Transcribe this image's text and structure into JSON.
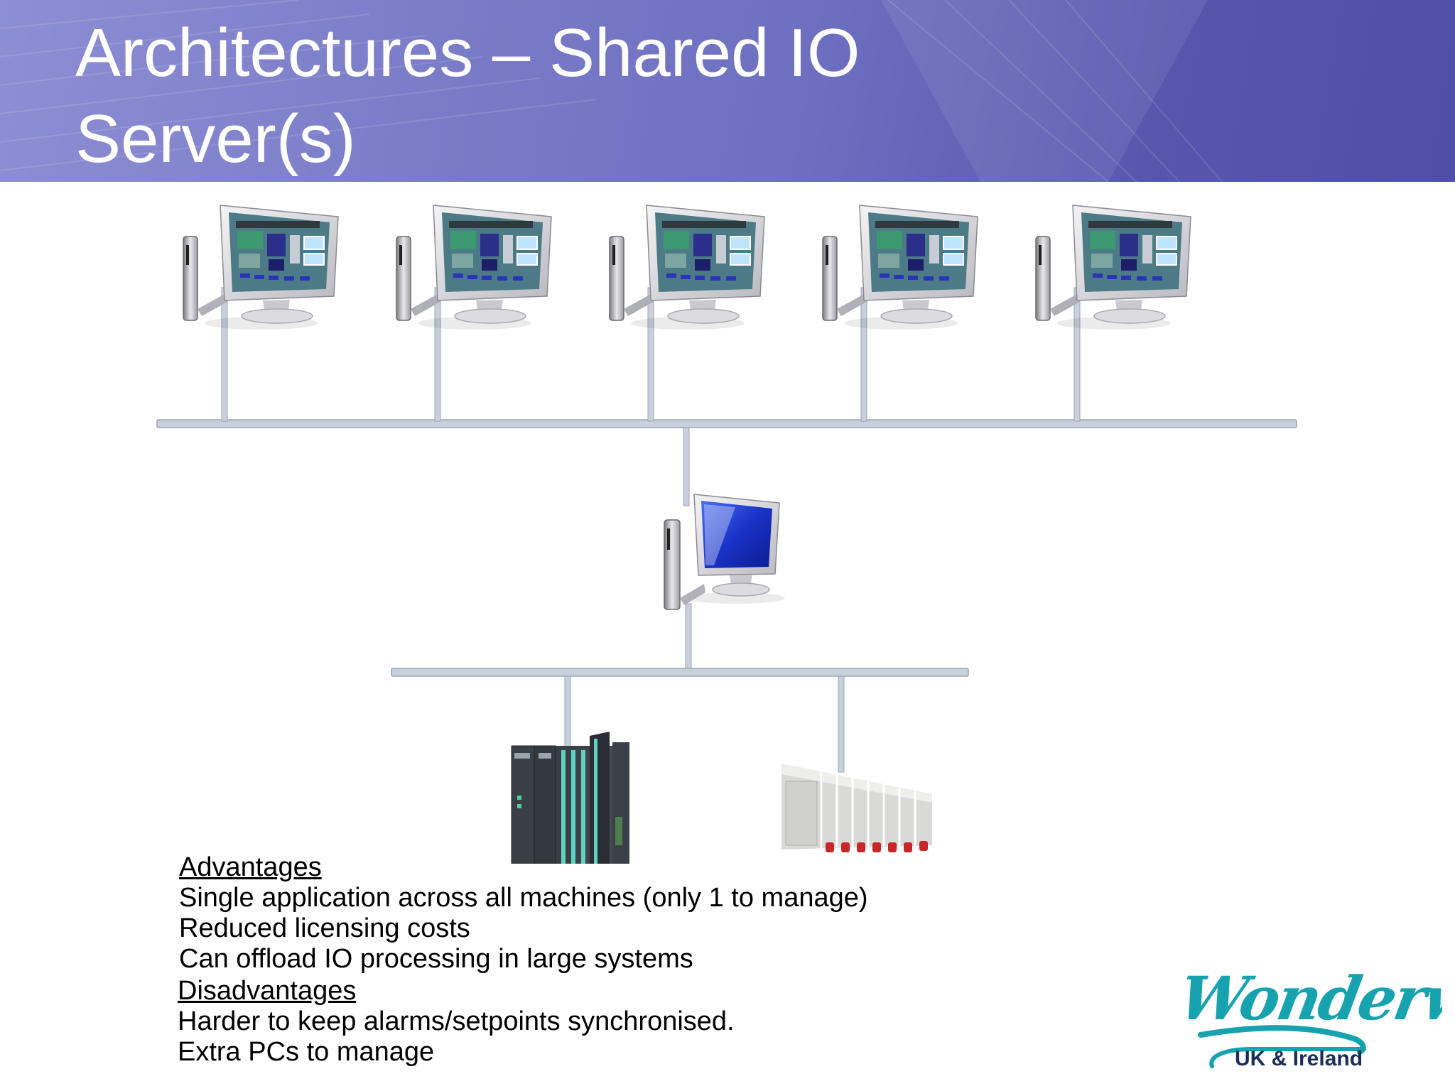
{
  "slide": {
    "title_line1": "Architectures – Shared IO",
    "title_line2": "Server(s)"
  },
  "advantages": {
    "heading": "Advantages",
    "items": [
      "Single application across all machines (only 1 to manage)",
      "Reduced licensing costs",
      "Can offload IO processing in large systems"
    ]
  },
  "disadvantages": {
    "heading": "Disadvantages",
    "items": [
      "Harder to keep alarms/setpoints synchronised.",
      "Extra PCs to manage"
    ]
  },
  "logo": {
    "brand": "Wonderware",
    "region": "UK & Ireland"
  },
  "colors": {
    "header": "#5b5cb2",
    "network_line": "#c3cbd8",
    "logo_teal": "#17a2b0",
    "logo_navy": "#1c2d5a"
  }
}
